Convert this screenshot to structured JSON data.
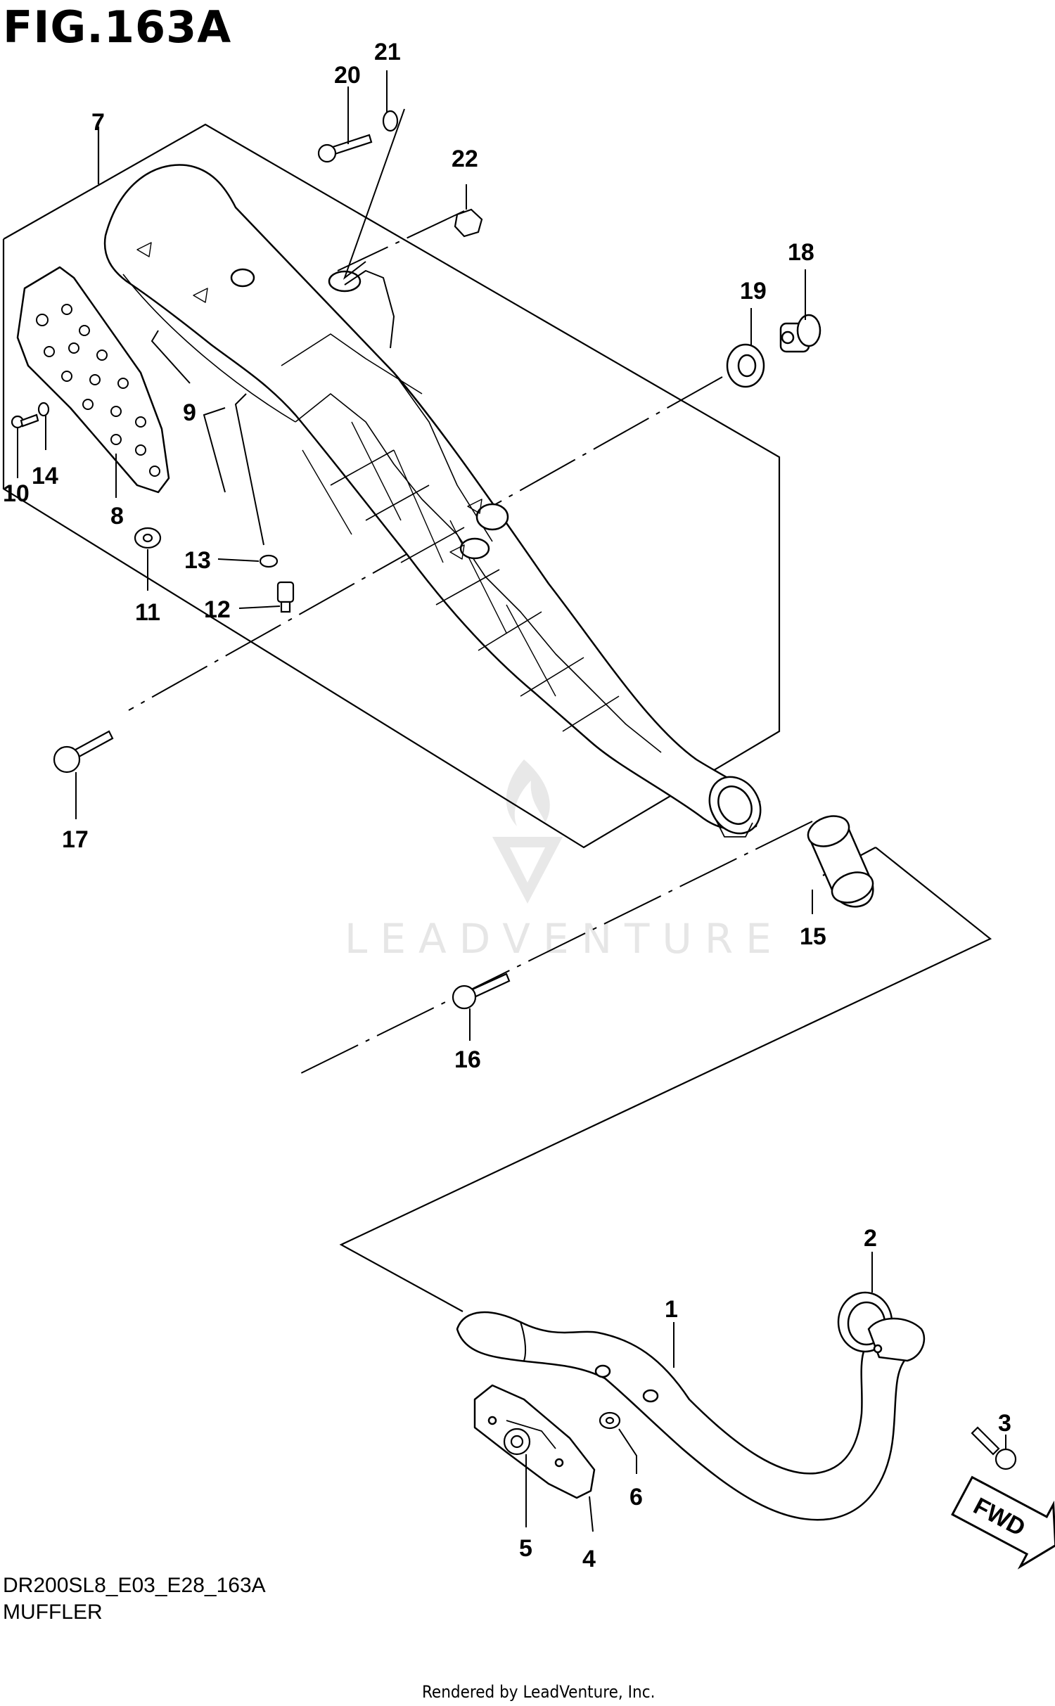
{
  "figure": {
    "title": "FIG.163A",
    "code": "DR200SL8_E03_E28_163A",
    "name": "MUFFLER",
    "credit": "Rendered by LeadVenture, Inc."
  },
  "watermark": {
    "text": "LEADVENTURE",
    "icon": "leadventure-flame-logo"
  },
  "direction_badge": {
    "text": "FWD",
    "icon": "forward-arrow-icon"
  },
  "callouts": [
    "1",
    "2",
    "3",
    "4",
    "5",
    "6",
    "7",
    "8",
    "9",
    "10",
    "11",
    "12",
    "13",
    "14",
    "15",
    "16",
    "17",
    "18",
    "19",
    "20",
    "21",
    "22"
  ],
  "parts": [
    {
      "ref": "1",
      "part": "exhaust-pipe"
    },
    {
      "ref": "2",
      "part": "exhaust-pipe-gasket"
    },
    {
      "ref": "3",
      "part": "pipe-flange-bolt"
    },
    {
      "ref": "4",
      "part": "pipe-heat-shield"
    },
    {
      "ref": "5",
      "part": "shield-bolt"
    },
    {
      "ref": "6",
      "part": "shield-washer"
    },
    {
      "ref": "7",
      "part": "muffler-assembly"
    },
    {
      "ref": "8",
      "part": "muffler-heat-protector"
    },
    {
      "ref": "9",
      "part": "cushion"
    },
    {
      "ref": "10",
      "part": "protector-screw"
    },
    {
      "ref": "11",
      "part": "washer"
    },
    {
      "ref": "12",
      "part": "bolt"
    },
    {
      "ref": "13",
      "part": "washer"
    },
    {
      "ref": "14",
      "part": "washer"
    },
    {
      "ref": "15",
      "part": "connector-sleeve"
    },
    {
      "ref": "16",
      "part": "muffler-bolt"
    },
    {
      "ref": "17",
      "part": "muffler-bolt"
    },
    {
      "ref": "18",
      "part": "spacer"
    },
    {
      "ref": "19",
      "part": "grommet"
    },
    {
      "ref": "20",
      "part": "mount-bolt"
    },
    {
      "ref": "21",
      "part": "washer"
    },
    {
      "ref": "22",
      "part": "nut"
    }
  ]
}
